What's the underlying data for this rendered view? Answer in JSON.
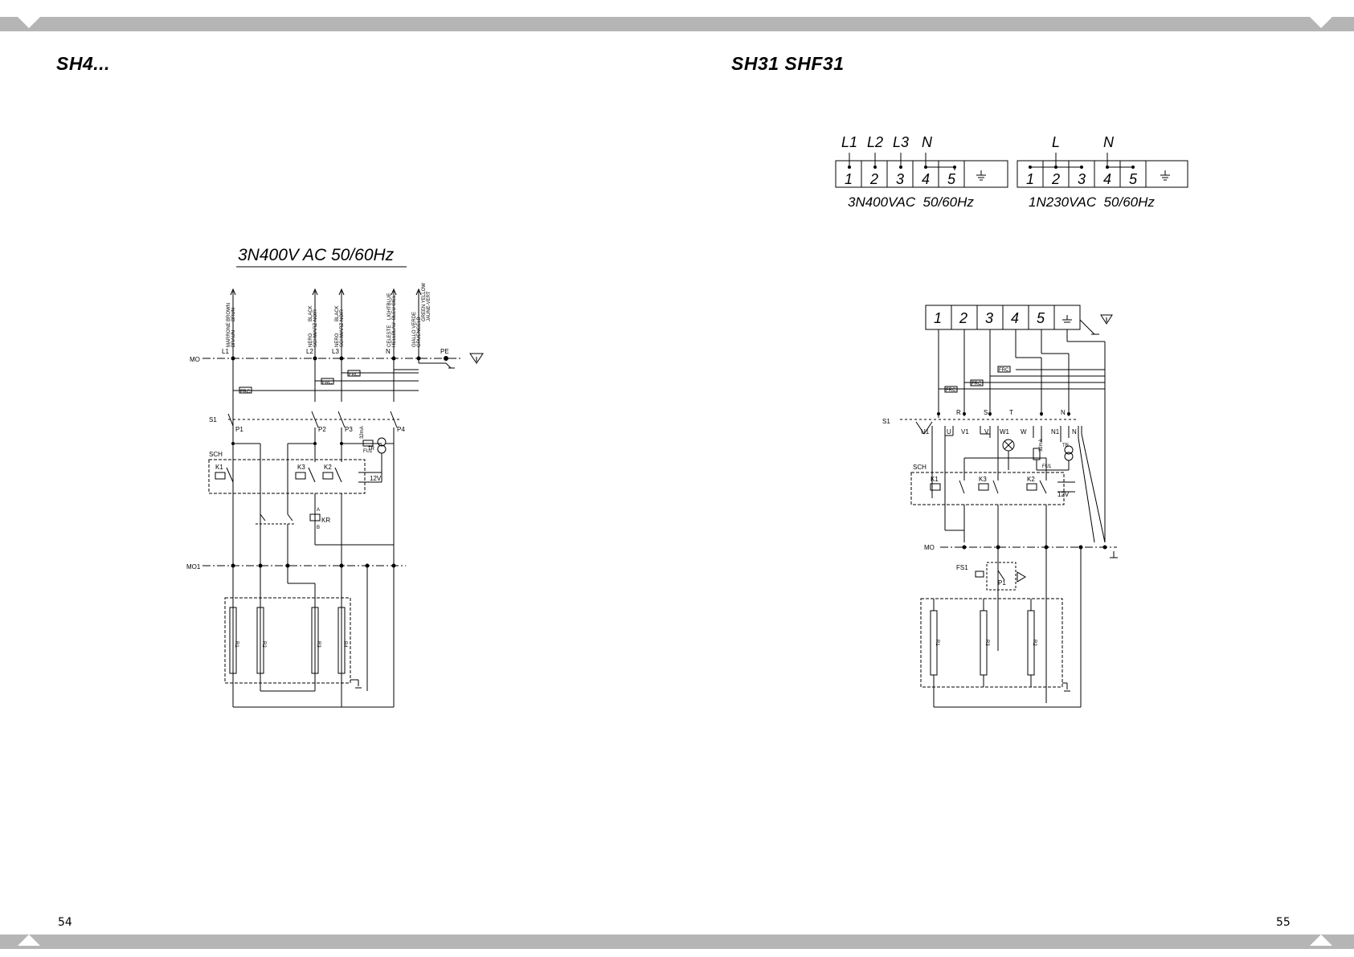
{
  "left_page": {
    "title": "SH4...",
    "page_number": "54",
    "diagram": {
      "supply": "3N400V AC 50/60Hz",
      "terminals": [
        "L1",
        "L2",
        "L3",
        "N",
        "PE"
      ],
      "wire_colors": [
        [
          "MARRONE",
          "BRAUN",
          "BROWN",
          "BRUN"
        ],
        [
          "NERO",
          "SCHWARZ",
          "BLACK",
          "NOIR"
        ],
        [
          "NERO",
          "SCHWARZ",
          "BLACK",
          "NOIR"
        ],
        [
          "CELESTE",
          "HELLBLAU",
          "LIGHTBLUE",
          "BLEU CIEL"
        ],
        [
          "GIALLO VERDE",
          "GRUENGELB",
          "GREEN YELLOW",
          "JAUNE-VERT"
        ]
      ],
      "labels": {
        "mo": "MO",
        "mo1": "MO1",
        "s1": "S1",
        "sch": "SCH",
        "k1": "K1",
        "k2": "K2",
        "k3": "K3",
        "kr": "KR",
        "fu1": "FU1",
        "fuse": "32mA",
        "tr": "TR",
        "v12": "12V",
        "frc": "FRC",
        "pe": "PE",
        "p1": "P1",
        "p2": "P2",
        "p3": "P3",
        "p4": "P4",
        "a": "A",
        "b": "B"
      },
      "r_labels": [
        "R1",
        "R2",
        "R3",
        "R4"
      ]
    }
  },
  "right_page": {
    "title": "SH31 SHF31",
    "page_number": "55",
    "terminal_block_3n": {
      "phases": [
        "L1",
        "L2",
        "L3",
        "N"
      ],
      "terminals": [
        "1",
        "2",
        "3",
        "4",
        "5"
      ],
      "caption": "3N400VAC  50/60Hz"
    },
    "terminal_block_1n": {
      "phases": [
        "L",
        "N"
      ],
      "terminals": [
        "1",
        "2",
        "3",
        "4",
        "5"
      ],
      "caption": "1N230VAC  50/60Hz"
    },
    "diagram": {
      "terminals": [
        "1",
        "2",
        "3",
        "4",
        "5"
      ],
      "labels": {
        "s1": "S1",
        "sch": "SCH",
        "mo": "MO",
        "k1": "K1",
        "k2": "K2",
        "k3": "K3",
        "fu1": "FU1",
        "fuse": "32mA",
        "tr": "TR",
        "v12": "12V",
        "fs1": "FS1",
        "p1": "P1",
        "frc": "FRC",
        "u1": "U1",
        "u": "U",
        "v1": "V1",
        "v": "V",
        "w1": "W1",
        "w": "W",
        "n1": "N1",
        "n": "N",
        "r": "R",
        "s": "S",
        "t": "T"
      },
      "r_labels": [
        "R1",
        "R3",
        "R2"
      ]
    }
  },
  "colors": {
    "bar": "#b5b5b5",
    "ink": "#000000"
  }
}
